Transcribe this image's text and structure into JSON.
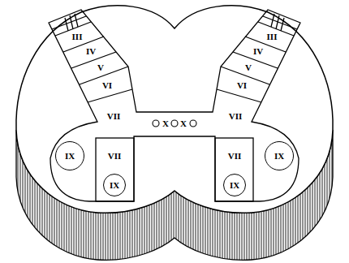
{
  "diagram": {
    "nodes": [
      {
        "text": [
          "IX"
        ]
      },
      {
        "text": [
          "IX"
        ]
      },
      {
        "text": [
          "IX"
        ]
      },
      {
        "text": [
          "IX"
        ]
      }
    ],
    "labels": [
      "III",
      "III",
      "IV",
      "IV",
      "V",
      "V",
      "VI",
      "VI",
      "X",
      "X",
      "VII",
      "VII",
      "VII",
      "VII"
    ]
  }
}
